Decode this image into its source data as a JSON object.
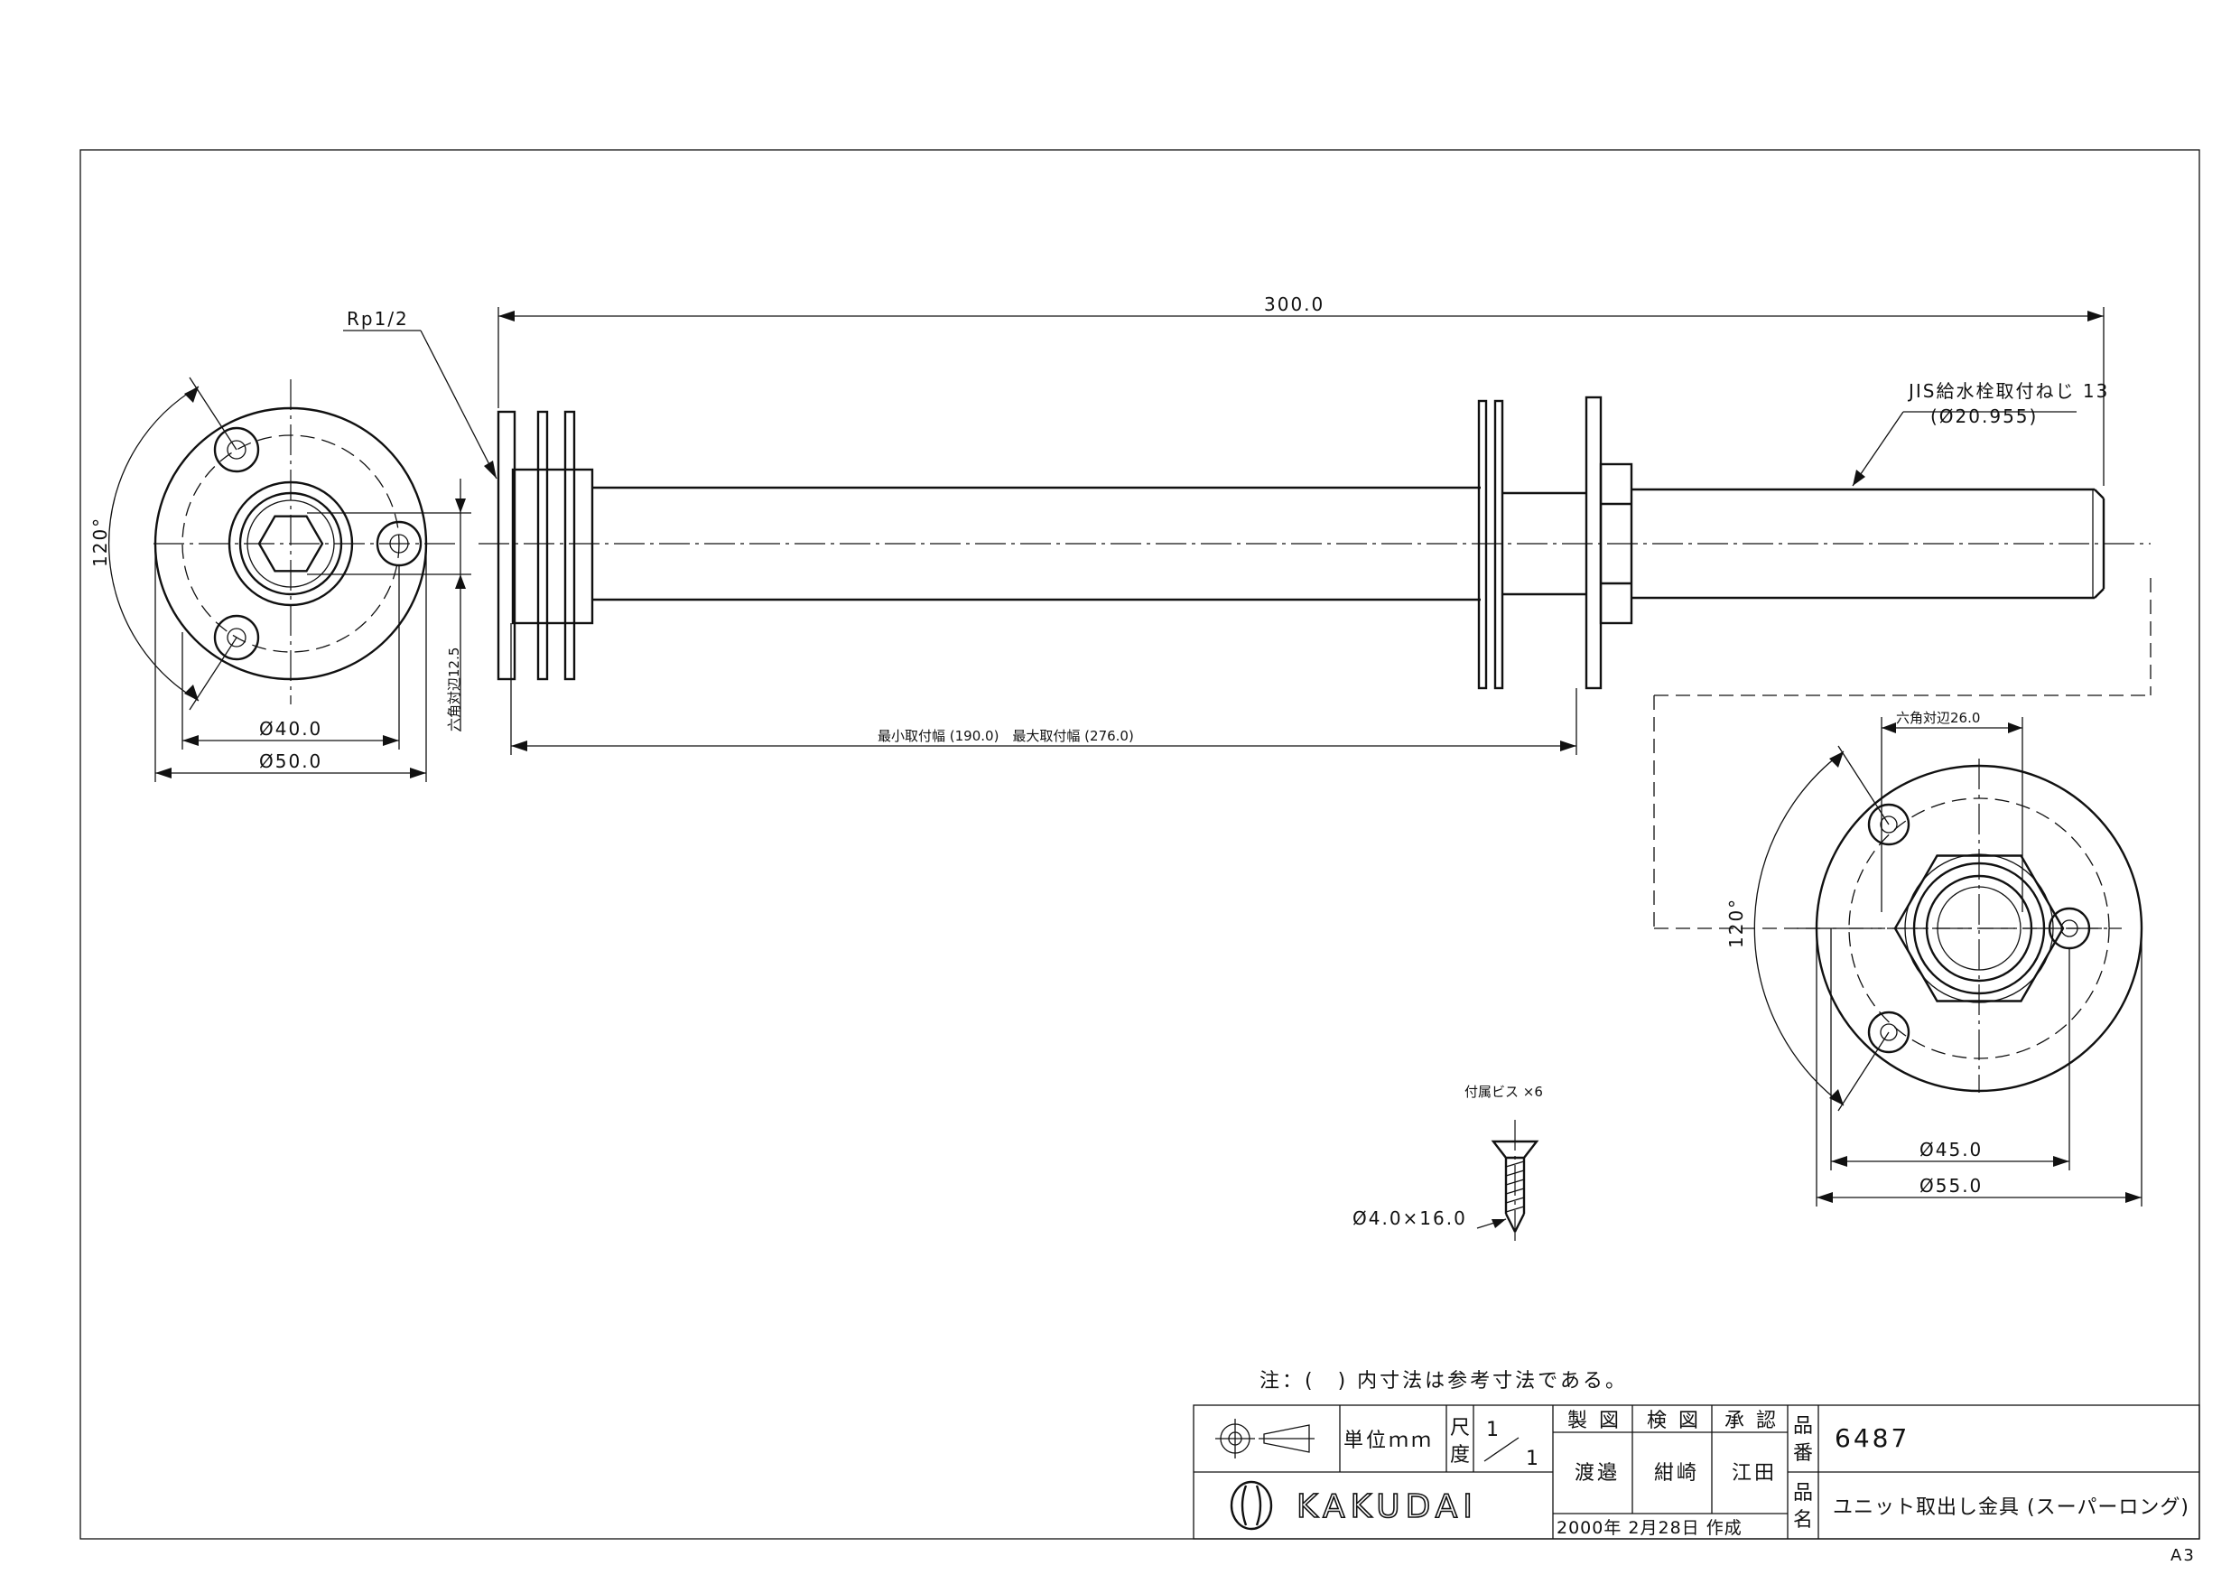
{
  "dimensions": {
    "overall_length": "300.0",
    "rp": "Rp1/2",
    "jis_thread": "JIS給水栓取付ねじ 13",
    "jis_dia": "(Ø20.955)",
    "hex_left": "六角対辺12.5",
    "width_range": "最小取付幅 (190.0)　最大取付幅 (276.0)",
    "left_d_inner": "Ø40.0",
    "left_d_outer": "Ø50.0",
    "angle_left": "120°",
    "hex_right": "六角対辺26.0",
    "angle_right": "120°",
    "right_d_inner": "Ø45.0",
    "right_d_outer": "Ø55.0",
    "screw_label": "付属ビス ×6",
    "screw_size": "Ø4.0×16.0"
  },
  "note": "注：(　) 内寸法は参考寸法である。",
  "title_block": {
    "unit": "単位ｍｍ",
    "scale_label_1": "尺",
    "scale_label_2": "度",
    "scale_num": "1",
    "scale_den": "1",
    "h_seizu": "製 図",
    "h_kenzu": "検 図",
    "h_shonin": "承 認",
    "n_seizu": "渡邉",
    "n_kenzu": "紺崎",
    "n_shonin": "江田",
    "date": "2000年 2月28日 作成",
    "hinban_label_1": "品",
    "hinban_label_2": "番",
    "hinban": "6487",
    "hinmei_label_1": "品",
    "hinmei_label_2": "名",
    "hinmei": "ユニット取出し金具 (スーパーロング)",
    "logo": "KAKUDAI"
  },
  "sheet_size": "A3"
}
